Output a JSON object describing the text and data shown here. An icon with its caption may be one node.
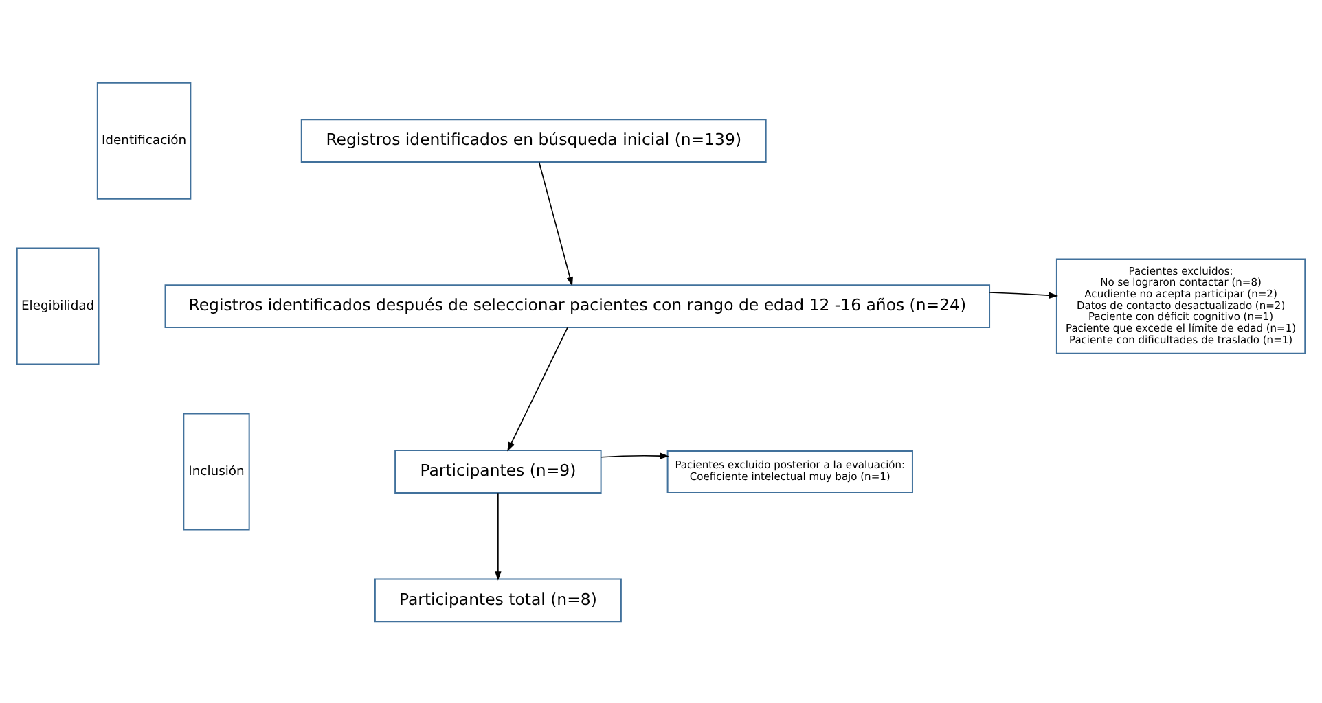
{
  "diagram": {
    "nodes": [
      {
        "text": [
          "Identificación"
        ]
      },
      {
        "text": [
          "Registros identificados en búsqueda inicial (n=139)"
        ]
      },
      {
        "text": [
          "Elegibilidad"
        ]
      },
      {
        "text": [
          "Registros identificados después de seleccionar pacientes con rango de edad 12 -16 años (n=24)"
        ]
      },
      {
        "text": [
          "Pacientes excluidos:",
          "No se lograron contactar (n=8)",
          "Acudiente no acepta participar (n=2)",
          "Datos de contacto desactualizado (n=2)",
          "Paciente con déficit cognitivo (n=1)",
          "Paciente que excede el límite de edad (n=1)",
          "Paciente con dificultades de traslado (n=1)"
        ]
      },
      {
        "text": [
          "Inclusión"
        ]
      },
      {
        "text": [
          "Participantes (n=9)"
        ]
      },
      {
        "text": [
          "Pacientes excluido posterior a la evaluación:",
          "Coeficiente intelectual muy bajo (n=1)"
        ]
      },
      {
        "text": [
          "Participantes total (n=8)"
        ]
      }
    ],
    "edges": [
      {
        "from": 1,
        "to": 3,
        "arrow": "to"
      },
      {
        "from": 3,
        "to": 4,
        "arrow": "to"
      },
      {
        "from": 3,
        "to": 6,
        "arrow": "to"
      },
      {
        "from": 6,
        "to": 7,
        "arrow": "to"
      },
      {
        "from": 6,
        "to": 8,
        "arrow": "to"
      }
    ]
  }
}
